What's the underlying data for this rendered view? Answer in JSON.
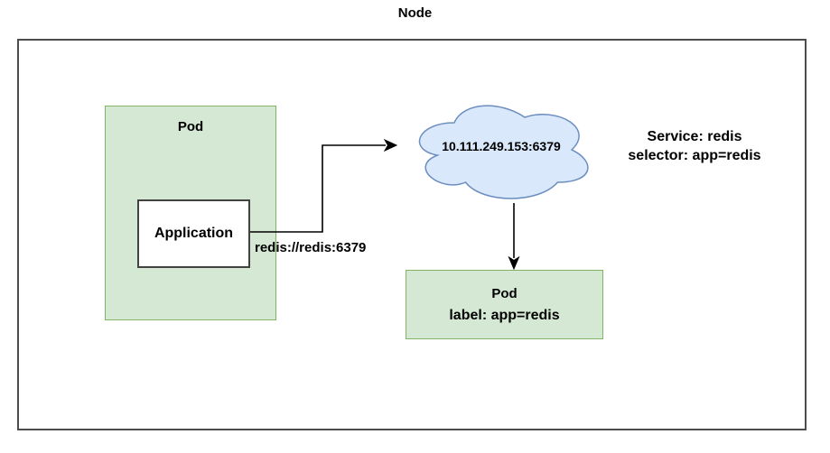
{
  "title": "Node",
  "colors": {
    "pod_fill": "#d5e8d4",
    "pod_border": "#82b366",
    "cloud_fill": "#dae8fc",
    "cloud_border": "#6c8ebf",
    "node_border": "#4d4d4d",
    "app_border": "#424242",
    "arrow_color": "#000000",
    "text_color": "#000000"
  },
  "node": {
    "left_pod": {
      "label": "Pod",
      "application_label": "Application"
    },
    "connection": {
      "label": "redis://redis:6379"
    },
    "service_cloud": {
      "endpoint": "10.111.249.153:6379"
    },
    "service_info": {
      "line1": "Service: redis",
      "line2": "selector: app=redis"
    },
    "redis_pod": {
      "label": "Pod",
      "sublabel": "label: app=redis"
    }
  }
}
